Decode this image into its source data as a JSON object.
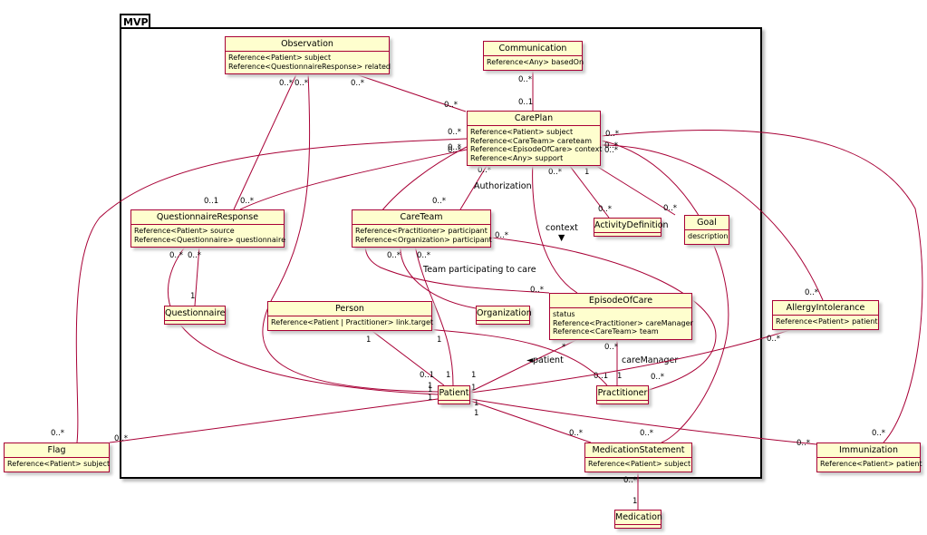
{
  "package": {
    "name": "MVP"
  },
  "classes": [
    {
      "id": "observation",
      "name": "Observation",
      "attrs": [
        "Reference<Patient> subject",
        "Reference<QuestionnaireResponse> related"
      ]
    },
    {
      "id": "communication",
      "name": "Communication",
      "attrs": [
        "Reference<Any> basedOn"
      ]
    },
    {
      "id": "careplan",
      "name": "CarePlan",
      "attrs": [
        "Reference<Patient> subject",
        "Reference<CareTeam> careteam",
        "Reference<EpisodeOfCare> context",
        "Reference<Any> support"
      ]
    },
    {
      "id": "questionnaireresponse",
      "name": "QuestionnaireResponse",
      "attrs": [
        "Reference<Patient> source",
        "Reference<Questionnaire> questionnaire"
      ]
    },
    {
      "id": "careteam",
      "name": "CareTeam",
      "attrs": [
        "Reference<Practitioner> participant",
        "Reference<Organization> participant"
      ]
    },
    {
      "id": "activitydefinition",
      "name": "ActivityDefinition",
      "attrs": []
    },
    {
      "id": "goal",
      "name": "Goal",
      "attrs": [
        "description"
      ]
    },
    {
      "id": "questionnaire",
      "name": "Questionnaire",
      "attrs": []
    },
    {
      "id": "person",
      "name": "Person",
      "attrs": [
        "Reference<Patient | Practitioner> link.target"
      ]
    },
    {
      "id": "organization",
      "name": "Organization",
      "attrs": []
    },
    {
      "id": "episodeofcare",
      "name": "EpisodeOfCare",
      "attrs": [
        "status",
        "Reference<Practitioner> careManager",
        "Reference<CareTeam> team"
      ]
    },
    {
      "id": "allergyintolerance",
      "name": "AllergyIntolerance",
      "attrs": [
        "Reference<Patient> patient"
      ]
    },
    {
      "id": "patient",
      "name": "Patient",
      "attrs": []
    },
    {
      "id": "practitioner",
      "name": "Practitioner",
      "attrs": []
    },
    {
      "id": "flag",
      "name": "Flag",
      "attrs": [
        "Reference<Patient> subject"
      ]
    },
    {
      "id": "medicationstatement",
      "name": "MedicationStatement",
      "attrs": [
        "Reference<Patient> subject"
      ]
    },
    {
      "id": "immunization",
      "name": "Immunization",
      "attrs": [
        "Reference<Patient> patient"
      ]
    },
    {
      "id": "medication",
      "name": "Medication",
      "attrs": []
    }
  ],
  "associations": [
    {
      "from": "communication",
      "to": "careplan",
      "from_mult": "0..*",
      "to_mult": "0..1",
      "label": ""
    },
    {
      "from": "observation",
      "to": "careplan",
      "from_mult": "0..*",
      "to_mult": "0..*",
      "label": ""
    },
    {
      "from": "observation",
      "to": "questionnaireresponse",
      "from_mult": "0..*",
      "to_mult": "0..1",
      "label": ""
    },
    {
      "from": "observation",
      "to": "patient",
      "from_mult": "0..*",
      "to_mult": "1",
      "label": ""
    },
    {
      "from": "careplan",
      "to": "questionnaireresponse",
      "from_mult": "0..*",
      "to_mult": "0..*",
      "label": ""
    },
    {
      "from": "careplan",
      "to": "careteam",
      "from_mult": "0..*",
      "to_mult": "0..*",
      "label": "Authorization"
    },
    {
      "from": "careplan",
      "to": "activitydefinition",
      "from_mult": "0..*",
      "to_mult": "0..*",
      "label": ""
    },
    {
      "from": "careplan",
      "to": "goal",
      "from_mult": "1",
      "to_mult": "0..*",
      "label": ""
    },
    {
      "from": "careplan",
      "to": "episodeofcare",
      "from_mult": "",
      "to_mult": "",
      "label": "context",
      "label_arrow": "▼"
    },
    {
      "from": "careplan",
      "to": "organization",
      "from_mult": "0..*",
      "to_mult": "0..*",
      "label": ""
    },
    {
      "from": "careplan",
      "to": "flag",
      "from_mult": "0..*",
      "to_mult": "0..*",
      "label": ""
    },
    {
      "from": "careplan",
      "to": "allergyintolerance",
      "from_mult": "0..*",
      "to_mult": "0..*",
      "label": ""
    },
    {
      "from": "careplan",
      "to": "medicationstatement",
      "from_mult": "0..*",
      "to_mult": "0..*",
      "label": ""
    },
    {
      "from": "careplan",
      "to": "immunization",
      "from_mult": "0..*",
      "to_mult": "0..*",
      "label": ""
    },
    {
      "from": "careteam",
      "to": "organization",
      "from_mult": "0..*",
      "to_mult": "",
      "label": ""
    },
    {
      "from": "careteam",
      "to": "patient",
      "from_mult": "0..*",
      "to_mult": "1",
      "label": "Team participating to care"
    },
    {
      "from": "careteam",
      "to": "practitioner",
      "from_mult": "0..*",
      "to_mult": "0..*",
      "label": ""
    },
    {
      "from": "questionnaireresponse",
      "to": "questionnaire",
      "from_mult": "0..*",
      "to_mult": "1",
      "label": ""
    },
    {
      "from": "questionnaireresponse",
      "to": "patient",
      "from_mult": "0..*",
      "to_mult": "1",
      "label": ""
    },
    {
      "from": "person",
      "to": "patient",
      "from_mult": "1",
      "to_mult": "0..1",
      "label": ""
    },
    {
      "from": "person",
      "to": "practitioner",
      "from_mult": "1",
      "to_mult": "0..1",
      "label": ""
    },
    {
      "from": "episodeofcare",
      "to": "patient",
      "from_mult": "*",
      "to_mult": "1",
      "label": "patient",
      "label_arrow": "◄"
    },
    {
      "from": "episodeofcare",
      "to": "practitioner",
      "from_mult": "0..*",
      "to_mult": "1",
      "label": "careManager"
    },
    {
      "from": "allergyintolerance",
      "to": "patient",
      "from_mult": "0..*",
      "to_mult": "1",
      "label": ""
    },
    {
      "from": "patient",
      "to": "flag",
      "from_mult": "1",
      "to_mult": "0..*",
      "label": ""
    },
    {
      "from": "patient",
      "to": "medicationstatement",
      "from_mult": "1",
      "to_mult": "0..*",
      "label": ""
    },
    {
      "from": "patient",
      "to": "immunization",
      "from_mult": "1",
      "to_mult": "0..*",
      "label": ""
    },
    {
      "from": "medicationstatement",
      "to": "medication",
      "from_mult": "0..*",
      "to_mult": "1",
      "label": ""
    }
  ]
}
